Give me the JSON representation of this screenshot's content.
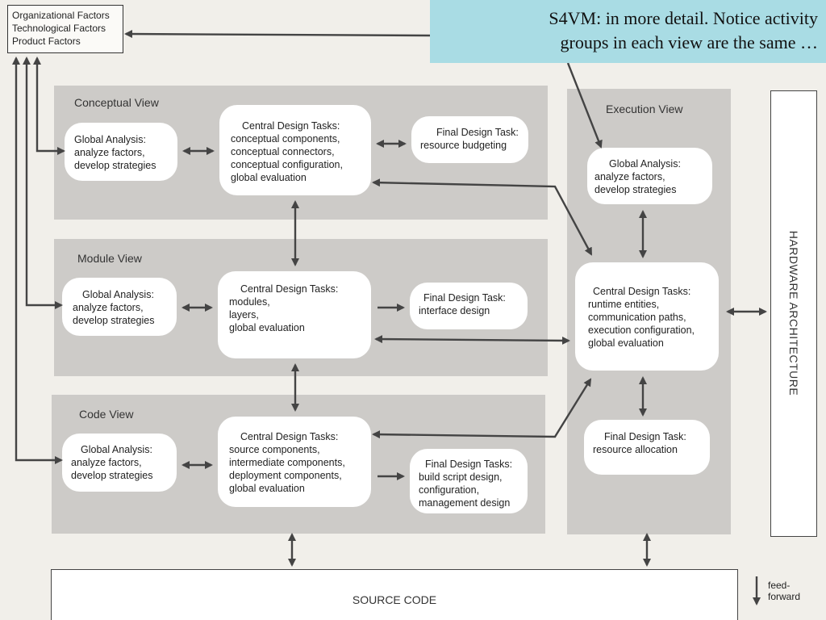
{
  "callout": {
    "line1": "S4VM: in more detail.  Notice activity",
    "line2": "groups in each view are the same …"
  },
  "factors": {
    "items": [
      "Organizational Factors",
      "Technological Factors",
      "Product Factors"
    ]
  },
  "conceptual": {
    "title": "Conceptual View",
    "global": {
      "title": "Global Analysis:",
      "lines": [
        "analyze factors,",
        "develop strategies"
      ]
    },
    "central": {
      "title": "Central Design Tasks:",
      "lines": [
        "conceptual components,",
        "conceptual connectors,",
        "conceptual configuration,",
        "global evaluation"
      ]
    },
    "final": {
      "title": "Final Design Task:",
      "lines": [
        "resource budgeting"
      ]
    }
  },
  "module": {
    "title": "Module View",
    "global": {
      "title": "Global Analysis:",
      "lines": [
        "analyze factors,",
        "develop strategies"
      ]
    },
    "central": {
      "title": "Central Design Tasks:",
      "lines": [
        "modules,",
        "layers,",
        "global evaluation"
      ]
    },
    "final": {
      "title": "Final Design Task:",
      "lines": [
        "interface design"
      ]
    }
  },
  "code": {
    "title": "Code View",
    "global": {
      "title": "Global Analysis:",
      "lines": [
        "analyze factors,",
        "develop strategies"
      ]
    },
    "central": {
      "title": "Central Design Tasks:",
      "lines": [
        "source components,",
        "intermediate components,",
        "deployment components,",
        "global evaluation"
      ]
    },
    "final": {
      "title": "Final Design Tasks:",
      "lines": [
        "build script design,",
        "configuration,",
        "management design"
      ]
    }
  },
  "execution": {
    "title": "Execution View",
    "global": {
      "title": "Global Analysis:",
      "lines": [
        "analyze factors,",
        "develop strategies"
      ]
    },
    "central": {
      "title": "Central Design Tasks:",
      "lines": [
        "runtime entities,",
        "communication paths,",
        "execution configuration,",
        "global evaluation"
      ]
    },
    "final": {
      "title": "Final Design Task:",
      "lines": [
        "resource allocation"
      ]
    }
  },
  "hardware": {
    "label": "HARDWARE ARCHITECTURE"
  },
  "source_code": {
    "label": "SOURCE CODE"
  },
  "legend": {
    "feed_forward": [
      "feed-",
      "forward"
    ]
  },
  "colors": {
    "panel": "#cdcbc8",
    "callout": "#a9dce4",
    "arrow": "#444444"
  }
}
